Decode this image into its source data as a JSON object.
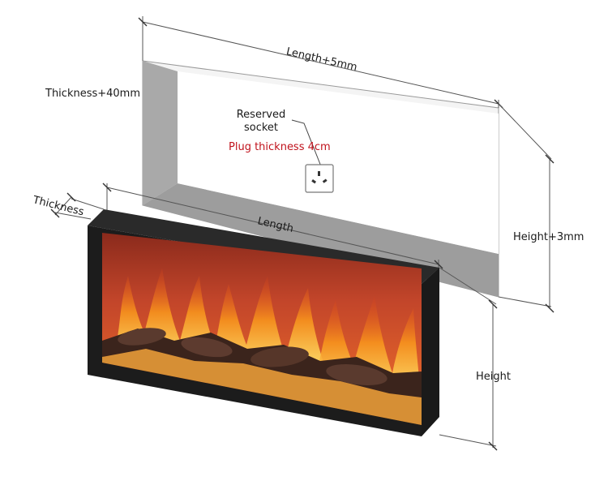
{
  "labels": {
    "length_plus": "Length+5mm",
    "thickness_plus": "Thickness+40mm",
    "reserved_socket_line1": "Reserved",
    "reserved_socket_line2": "socket",
    "plug_thickness": "Plug thickness 4cm",
    "thickness": "Thickness",
    "length": "Length",
    "height_plus": "Height+3mm",
    "height": "Height"
  },
  "colors": {
    "recess_fill": "#a9a9a9",
    "recess_side": "#8f8f8f",
    "frame": "#1c1c1c",
    "flame_hot": "#ffd23a",
    "flame_mid": "#f07a1a",
    "glass_bg": "#c2452a",
    "accent_red": "#c0121c"
  },
  "icons": [
    "wall-socket-icon",
    "flame-illustration"
  ]
}
